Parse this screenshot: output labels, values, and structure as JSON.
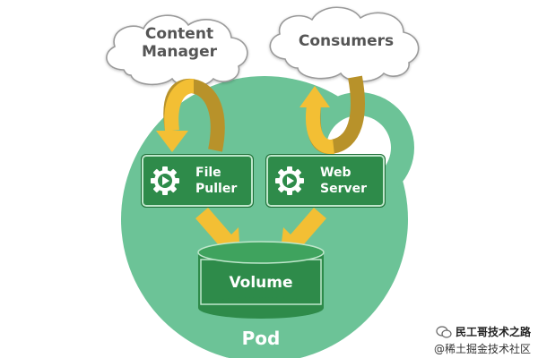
{
  "clouds": {
    "content_manager_line1": "Content",
    "content_manager_line2": "Manager",
    "consumers": "Consumers"
  },
  "containers": {
    "file_puller_line1": "File",
    "file_puller_line2": "Puller",
    "web_server_line1": "Web",
    "web_server_line2": "Server"
  },
  "volume": {
    "label": "Volume"
  },
  "pod": {
    "label": "Pod"
  },
  "watermark": {
    "line1": "民工哥技术之路",
    "line2": "@稀土掘金技术社区"
  },
  "colors": {
    "pod_green": "#6cc397",
    "container_green": "#2e8b4a",
    "volume_green": "#2e8b4a",
    "arrow_yellow": "#f3bf34",
    "arrow_dark": "#b8922a",
    "cloud_fill": "#ffffff",
    "cloud_stroke": "#9a9a9a"
  },
  "icons": [
    "gear-play-icon",
    "gear-play-icon",
    "wechat-icon"
  ]
}
